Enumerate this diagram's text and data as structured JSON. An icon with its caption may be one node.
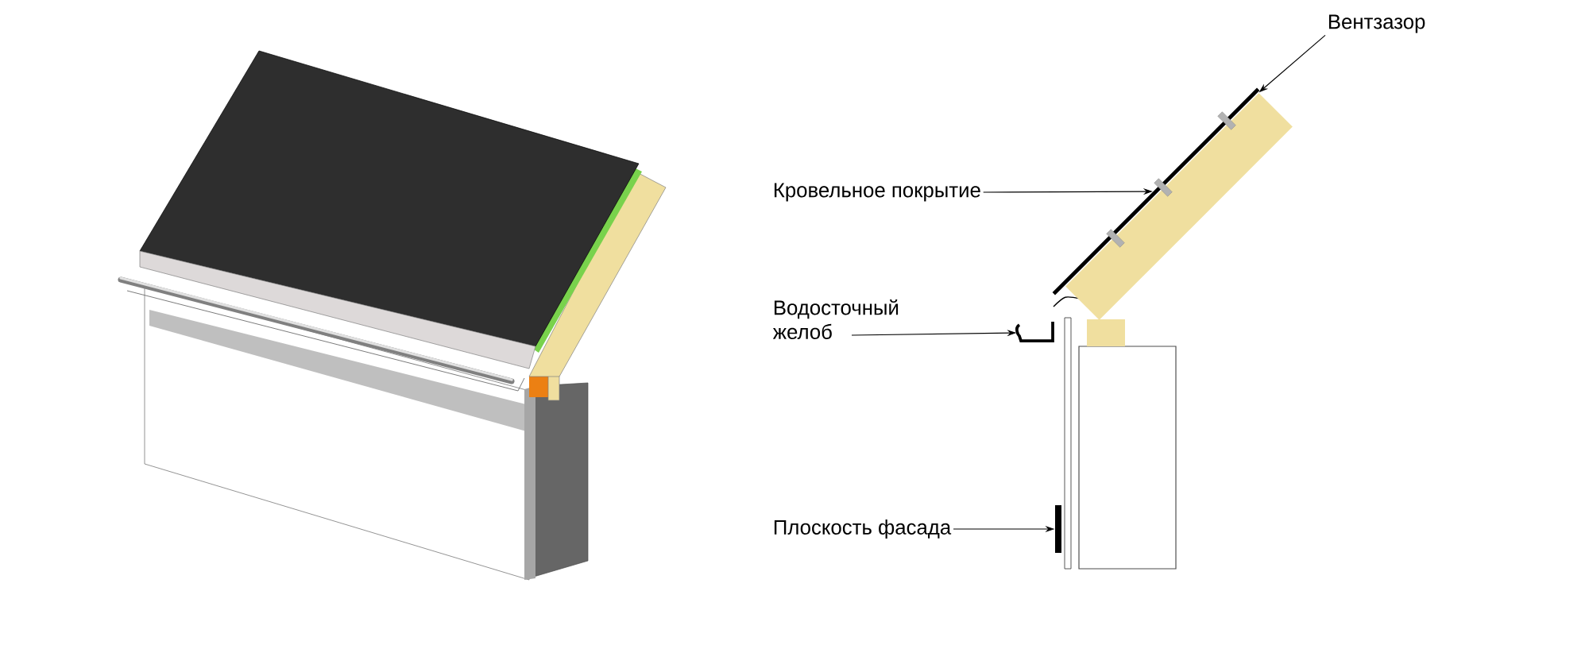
{
  "diagram": {
    "nodes": [
      {
        "text": [
          "Вентзазор"
        ]
      },
      {
        "text": [
          "Кровельное покрытие"
        ]
      },
      {
        "text": [
          "Водосточный желоб"
        ]
      },
      {
        "text": [
          "Плоскость фасада"
        ]
      },
      {
        "text": [],
        "shape": "bar"
      },
      {
        "text": [],
        "shape": "bar"
      },
      {
        "text": [],
        "shape": "picture"
      },
      {
        "text": [],
        "shape": "bar"
      }
    ],
    "edges": [
      {
        "from": 0,
        "to": 4,
        "arrow": "to"
      },
      {
        "from": 1,
        "to": 5,
        "arrow": "to"
      },
      {
        "from": 2,
        "to": 6,
        "arrow": "to"
      },
      {
        "from": 3,
        "to": 7,
        "arrow": "to"
      }
    ]
  }
}
